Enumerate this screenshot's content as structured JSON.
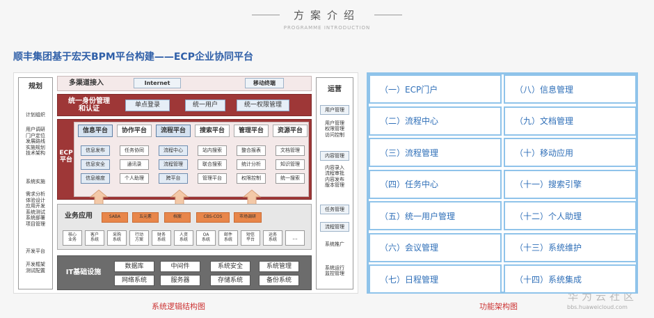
{
  "header": {
    "title": "方案介绍",
    "subtitle": "PROGRAMME INTRODUCTION"
  },
  "main_title": "顺丰集团基于宏天BPM平台构建——ECP企业协同平台",
  "left": {
    "planning": {
      "title": "规划",
      "items": [
        "计划组织",
        "用户调研\n门户定位\n发展路线\n实施规划\n技术架构",
        "系统实施",
        "需求分析\n体验设计\n应用开发\n系统测试\n系统部署\n项目管理",
        "开发平台",
        "开发框架\n测试配置"
      ]
    },
    "channel": {
      "label": "多渠道接入",
      "internet": "Internet",
      "mobile": "移动终端"
    },
    "identity": {
      "label": "统一身份管理\n和认证",
      "items": [
        "单点登录",
        "统一用户",
        "统一权限管理"
      ]
    },
    "ecp": {
      "label": "ECP\n平台",
      "columns": [
        {
          "head": "信息平台",
          "items": [
            "信息发布",
            "信息安全",
            "信息维度"
          ]
        },
        {
          "head": "协作平台",
          "items": [
            "任务协同",
            "通讯录",
            "个人助理"
          ]
        },
        {
          "head": "流程平台",
          "items": [
            "流程中心",
            "流程管理",
            "跨平台"
          ]
        },
        {
          "head": "搜索平台",
          "items": [
            "站内搜索",
            "联合搜索",
            "管理平台"
          ]
        },
        {
          "head": "管理平台",
          "items": [
            "整合报表",
            "统计分析",
            "权限控制"
          ]
        },
        {
          "head": "资源平台",
          "items": [
            "文档管理",
            "知识管理",
            "统一搜索"
          ]
        }
      ]
    },
    "business": {
      "label": "业务应用",
      "orange": [
        "SABA",
        "五元素",
        "档案",
        "CBS-COS",
        "市场调研"
      ],
      "systems": [
        "核心\n业务",
        "客户\n系统",
        "采购\n系统",
        "行动\n方案",
        "财务\n系统",
        "人资\n系统",
        "OA\n系统",
        "邮件\n系统",
        "短信\n平台",
        "运务\n系统",
        "..."
      ]
    },
    "infra": {
      "label": "IT基础设施",
      "row1": [
        "数据库",
        "中间件",
        "系统安全",
        "系统管理"
      ],
      "row2": [
        "网络系统",
        "服务器",
        "存储系统",
        "备份系统"
      ]
    },
    "ops": {
      "title": "运营",
      "items": [
        "用户管理",
        "用户管理\n权限管理\n访问控制",
        "内容管理",
        "内容录入\n流程审批\n内容发布\n版本管理",
        "任务管理",
        "流程管理",
        "系统推广",
        "系统运行\n监控管理"
      ]
    }
  },
  "captions": {
    "left": "系统逻辑结构图",
    "right": "功能架构图"
  },
  "functions": [
    "（一）ECP门户",
    "（八）信息管理",
    "（二）流程中心",
    "（九）文档管理",
    "（三）流程管理",
    "（十）移动应用",
    "（四）任务中心",
    "（十一）搜索引擎",
    "（五）统一用户管理",
    "（十二）个人助理",
    "（六）会议管理",
    "（十三）系统维护",
    "（七）日程管理",
    "（十四）系统集成"
  ],
  "watermark": {
    "brand": "华为云社区",
    "url": "bbs.huaweicloud.com"
  }
}
